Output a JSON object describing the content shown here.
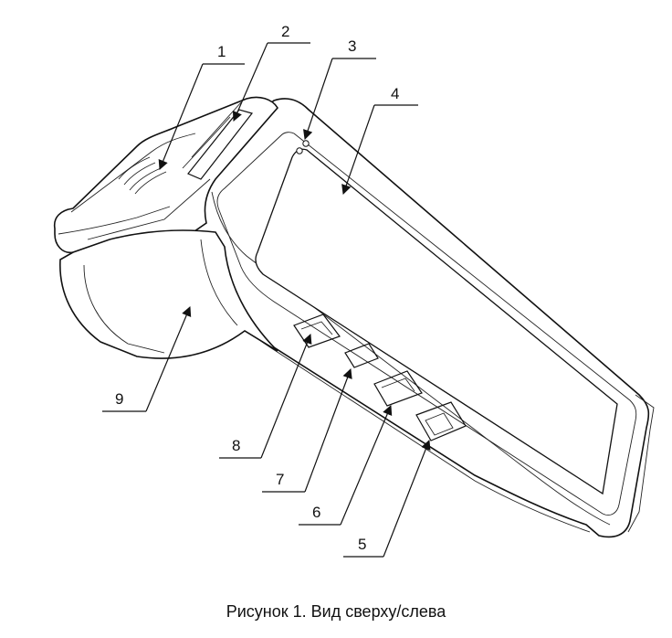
{
  "figure": {
    "caption": "Рисунок 1. Вид сверху/слева",
    "callouts": [
      {
        "id": "callout-1",
        "number": "1"
      },
      {
        "id": "callout-2",
        "number": "2"
      },
      {
        "id": "callout-3",
        "number": "3"
      },
      {
        "id": "callout-4",
        "number": "4"
      },
      {
        "id": "callout-5",
        "number": "5"
      },
      {
        "id": "callout-6",
        "number": "6"
      },
      {
        "id": "callout-7",
        "number": "7"
      },
      {
        "id": "callout-8",
        "number": "8"
      },
      {
        "id": "callout-9",
        "number": "9"
      }
    ]
  }
}
